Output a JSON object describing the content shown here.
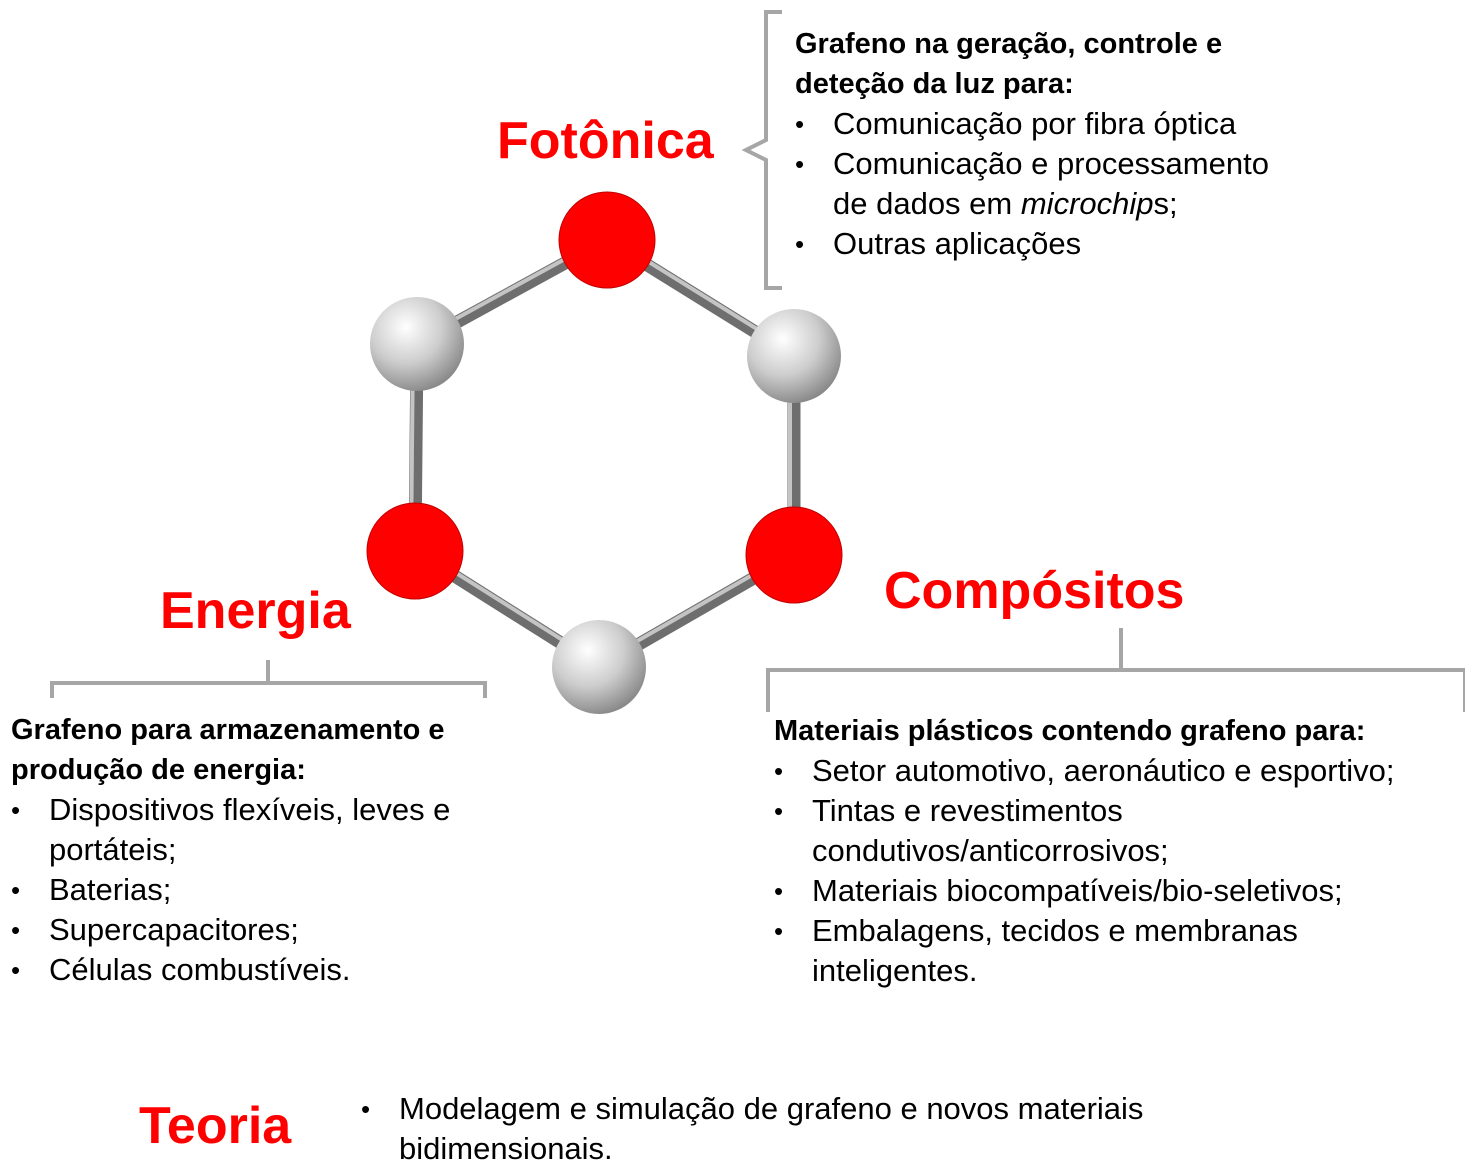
{
  "colors": {
    "accent": "#ff0000",
    "atom_gray": "#cfcfcf",
    "bond": "#777777",
    "text": "#000000"
  },
  "fotonica": {
    "title": "Fotônica",
    "intro_line1": "Grafeno na geração, controle e",
    "intro_line2": "deteção da luz para:",
    "items": [
      {
        "text": "Comunicação por fibra óptica"
      },
      {
        "line1": "Comunicação e processamento",
        "line2_prefix": "de dados em ",
        "line2_em": "microchip",
        "line2_suffix": "s;"
      },
      {
        "text": "Outras aplicações"
      }
    ]
  },
  "energia": {
    "title": "Energia",
    "intro_line1": "Grafeno para armazenamento e",
    "intro_line2": "produção de energia:",
    "items": [
      {
        "line1": "Dispositivos flexíveis, leves e",
        "line2": "portáteis;"
      },
      {
        "text": "Baterias;"
      },
      {
        "text": "Supercapacitores;"
      },
      {
        "text": "Células combustíveis."
      }
    ]
  },
  "compositos": {
    "title": "Compósitos",
    "intro": "Materiais plásticos contendo grafeno para:",
    "items": [
      {
        "text": "Setor automotivo, aeronáutico e esportivo;"
      },
      {
        "line1": "Tintas e revestimentos",
        "line2": "condutivos/anticorrosivos;"
      },
      {
        "text": "Materiais biocompatíveis/bio-seletivos;"
      },
      {
        "line1": "Embalagens, tecidos e membranas",
        "line2": "inteligentes."
      }
    ]
  },
  "teoria": {
    "title": "Teoria",
    "items": [
      {
        "line1": "Modelagem e simulação de grafeno e novos materiais",
        "line2": "bidimensionais."
      }
    ]
  }
}
